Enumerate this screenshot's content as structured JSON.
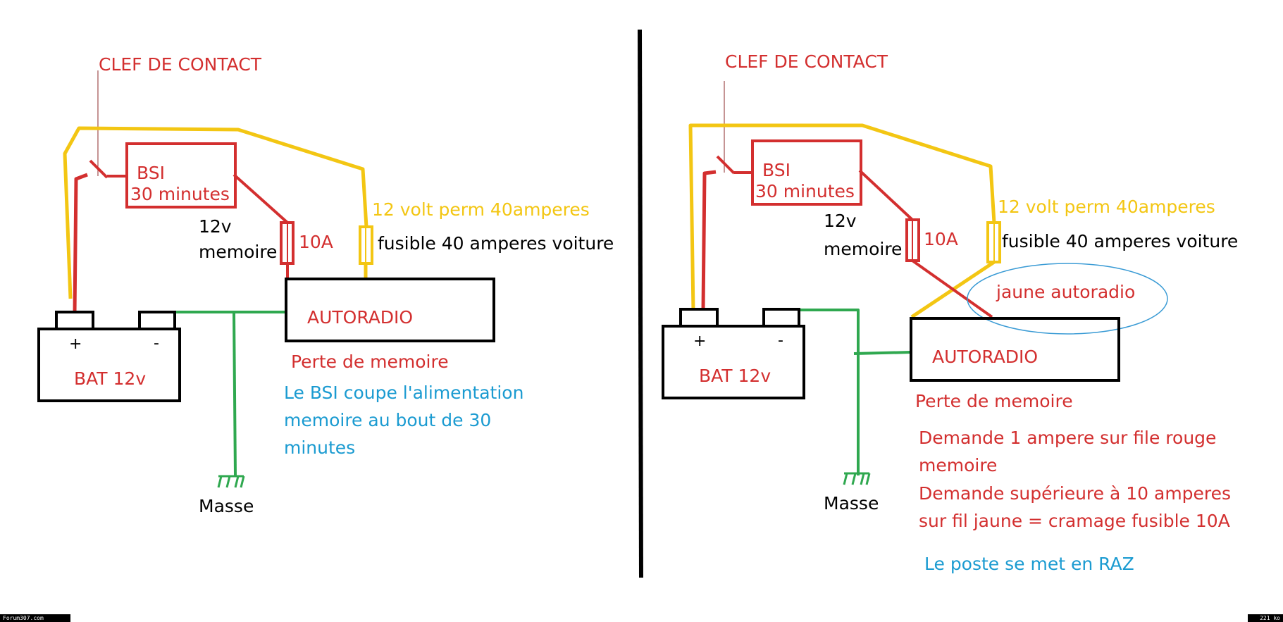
{
  "colors": {
    "red": "#d32f2f",
    "yellow": "#f3c613",
    "green": "#2fa84f",
    "blue_text": "#1b9bd1",
    "ellipse": "#3a9bd5",
    "black": "#000000"
  },
  "left": {
    "key_label": "CLEF DE CONTACT",
    "bsi_line1": "BSI",
    "bsi_line2": "30 minutes",
    "mem_line1": "12v",
    "mem_line2": "memoire",
    "fuse10_label": "10A",
    "perm_label": "12 volt perm 40amperes",
    "fuse40_label": "fusible 40 amperes voiture",
    "radio_label": "AUTORADIO",
    "plus_label": "+",
    "minus_label": "-",
    "battery_label": "BAT 12v",
    "loss_label": "Perte de memoire",
    "note_line1": "Le BSI coupe l'alimentation",
    "note_line2": "memoire au bout de 30",
    "note_line3": "minutes",
    "ground_label": "Masse"
  },
  "right": {
    "key_label": "CLEF DE CONTACT",
    "bsi_line1": "BSI",
    "bsi_line2": "30 minutes",
    "mem_line1": "12v",
    "mem_line2": "memoire",
    "fuse10_label": "10A",
    "perm_label": "12 volt perm 40amperes",
    "fuse40_label": "fusible 40 amperes voiture",
    "yellow_wire_label": "jaune autoradio",
    "radio_label": "AUTORADIO",
    "plus_label": "+",
    "minus_label": "-",
    "battery_label": "BAT 12v",
    "loss_label": "Perte de memoire",
    "demand_line1": "Demande 1 ampere sur file rouge",
    "demand_line2": "memoire",
    "demand_line3": "Demande supérieure à 10 amperes",
    "demand_line4": "sur fil jaune = cramage fusible 10A",
    "reset_label": "Le poste se met en RAZ",
    "ground_label": "Masse"
  },
  "footer": {
    "left_text": "Forum307.com",
    "right_text": "221 ko"
  }
}
